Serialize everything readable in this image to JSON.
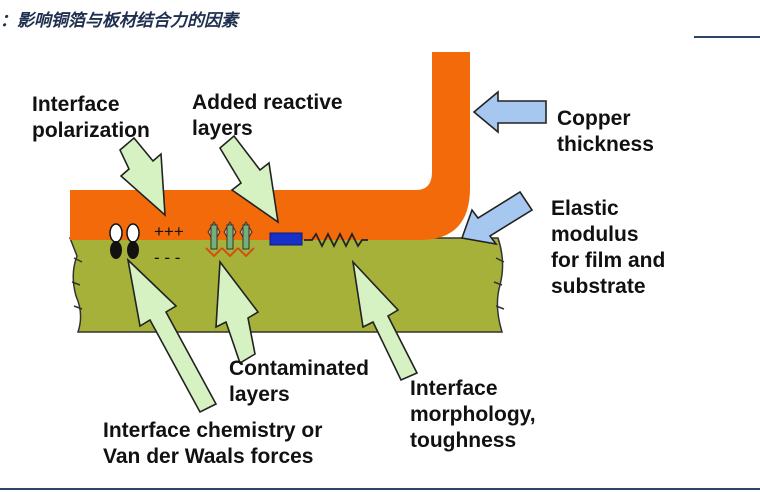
{
  "title": "：影响铜箔与板材结合力的因素",
  "labels": {
    "interface_polarization": "Interface\npolarization",
    "added_reactive_layers": "Added reactive\nlayers",
    "copper_thickness": "Copper\nthickness",
    "elastic_modulus": "Elastic\nmodulus\nfor film and\nsubstrate",
    "contaminated_layers": "Contaminated\nlayers",
    "interface_morphology": "Interface\nmorphology,\ntoughness",
    "interface_chemistry": "Interface chemistry or\nVan der Waals forces"
  },
  "charges": {
    "positive": "+++",
    "negative": "- - -"
  },
  "colors": {
    "copper": "#f26a0a",
    "substrate": "#a6b13a",
    "arrow_green": "#d7f2c2",
    "arrow_blue": "#a6c8f0",
    "reactive_layer": "#1730c8"
  }
}
